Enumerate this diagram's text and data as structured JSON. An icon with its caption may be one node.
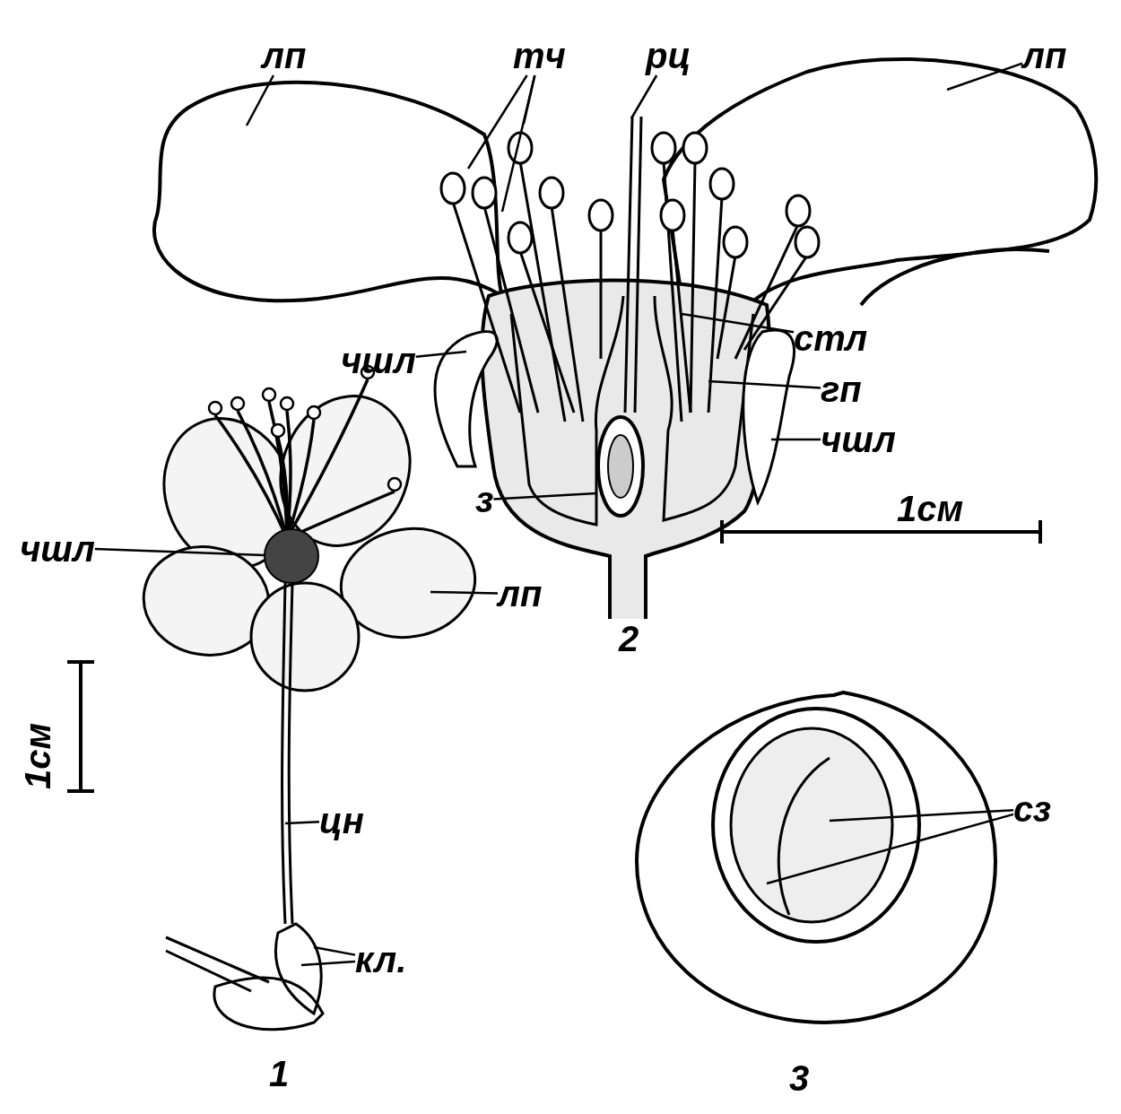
{
  "diagram": {
    "nodes": [
      {
        "text": [
          "лп"
        ]
      },
      {
        "text": [
          "тч"
        ]
      },
      {
        "text": [
          "рц"
        ]
      },
      {
        "text": [
          "лп"
        ]
      },
      {
        "text": [
          "стл"
        ]
      },
      {
        "text": [
          "чшл"
        ]
      },
      {
        "text": [
          "гп"
        ]
      },
      {
        "text": [
          "чшл"
        ]
      },
      {
        "text": [
          "з"
        ]
      },
      {
        "text": [
          "чшл"
        ]
      },
      {
        "text": [
          "лп"
        ]
      },
      {
        "text": [
          "цн"
        ]
      },
      {
        "text": [
          "кл."
        ]
      },
      {
        "text": [
          "сз"
        ]
      },
      {
        "text": [],
        "shape": "circle"
      }
    ],
    "edges": [
      {
        "from": 0,
        "to": null,
        "arrow": "none"
      },
      {
        "from": 1,
        "to": null,
        "arrow": "none"
      },
      {
        "from": 1,
        "to": null,
        "arrow": "none"
      },
      {
        "from": 1,
        "to": null,
        "arrow": "none"
      },
      {
        "from": 2,
        "to": null,
        "arrow": "none"
      },
      {
        "from": 3,
        "to": null,
        "arrow": "none"
      },
      {
        "from": 4,
        "to": null,
        "arrow": "none"
      },
      {
        "from": 5,
        "to": null,
        "arrow": "none"
      },
      {
        "from": 6,
        "to": null,
        "arrow": "none"
      },
      {
        "from": 7,
        "to": null,
        "arrow": "none"
      },
      {
        "from": 8,
        "to": null,
        "arrow": "none"
      },
      {
        "from": 9,
        "to": 14,
        "arrow": "none"
      },
      {
        "from": 10,
        "to": null,
        "arrow": "none"
      },
      {
        "from": 11,
        "to": null,
        "arrow": "none"
      },
      {
        "from": 12,
        "to": null,
        "arrow": "none"
      },
      {
        "from": 12,
        "to": null,
        "arrow": "none"
      },
      {
        "from": 13,
        "to": null,
        "arrow": "none"
      },
      {
        "from": 13,
        "to": null,
        "arrow": "none"
      }
    ],
    "labels": [
      "1см",
      "2",
      "1см",
      "1",
      "3"
    ]
  }
}
